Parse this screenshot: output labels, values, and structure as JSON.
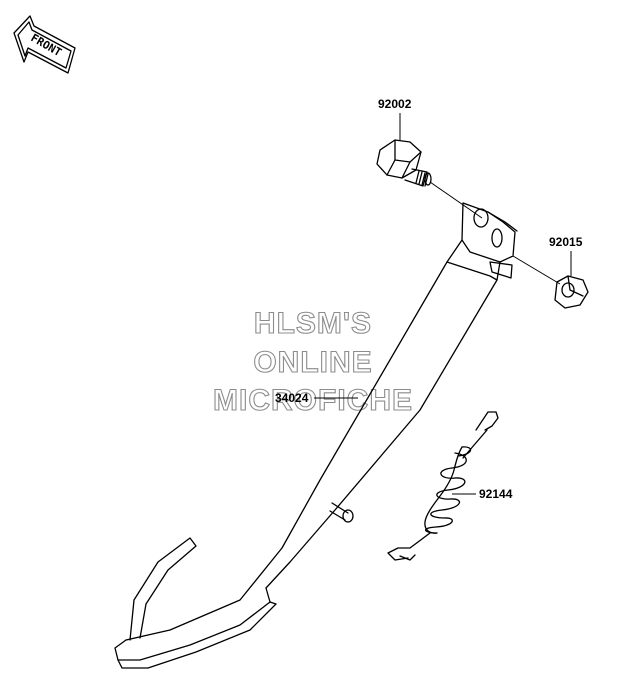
{
  "front_label": "FRONT",
  "watermark": {
    "line1": "HLSM'S",
    "line2": "ONLINE",
    "line3": "MICROFICHE"
  },
  "parts": [
    {
      "number": "92002",
      "part": "bolt"
    },
    {
      "number": "92015",
      "part": "nut"
    },
    {
      "number": "34024",
      "part": "side-stand"
    },
    {
      "number": "92144",
      "part": "spring"
    }
  ]
}
